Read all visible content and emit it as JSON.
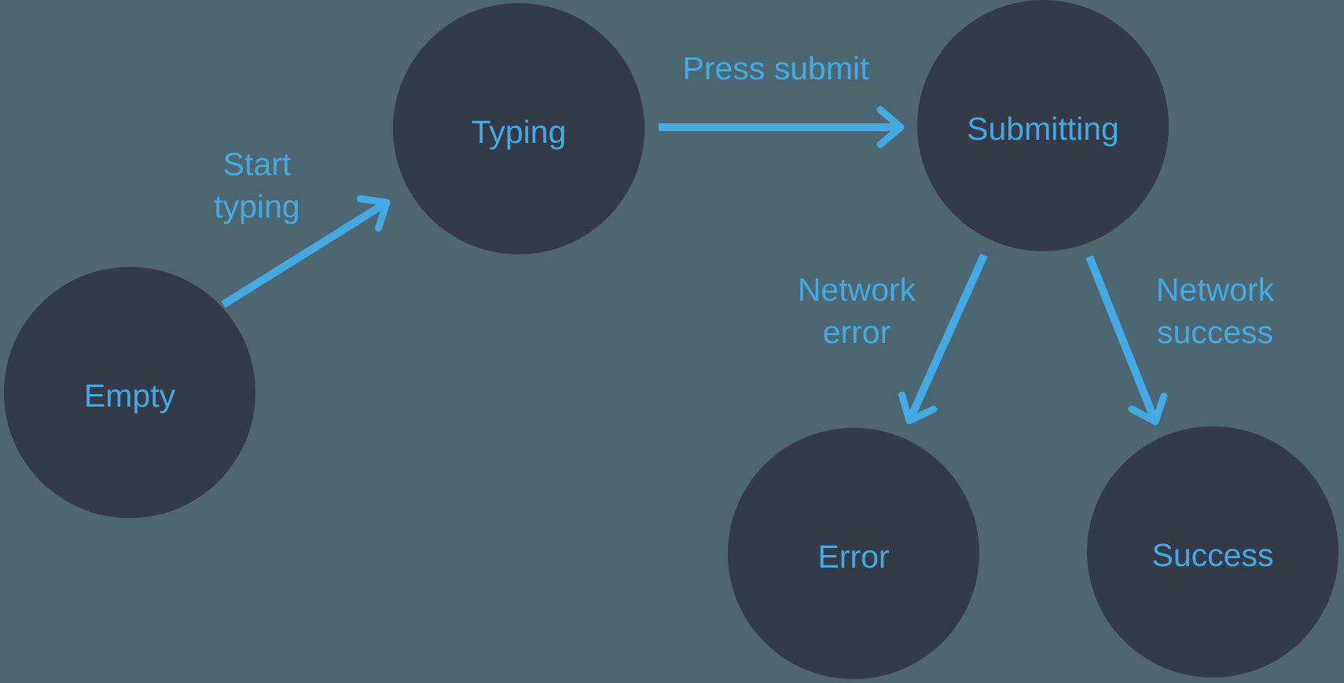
{
  "diagram": {
    "kind": "state-machine",
    "colors": {
      "background": "#4C6771",
      "node_fill": "#333A48",
      "accent": "#45A9E4"
    },
    "nodes": [
      {
        "id": "empty",
        "label": "Empty"
      },
      {
        "id": "typing",
        "label": "Typing"
      },
      {
        "id": "submitting",
        "label": "Submitting"
      },
      {
        "id": "error",
        "label": "Error"
      },
      {
        "id": "success",
        "label": "Success"
      }
    ],
    "edges": [
      {
        "from": "empty",
        "to": "typing",
        "label": "Start typing"
      },
      {
        "from": "typing",
        "to": "submitting",
        "label": "Press submit"
      },
      {
        "from": "submitting",
        "to": "error",
        "label": "Network error"
      },
      {
        "from": "submitting",
        "to": "success",
        "label": "Network success"
      }
    ]
  }
}
